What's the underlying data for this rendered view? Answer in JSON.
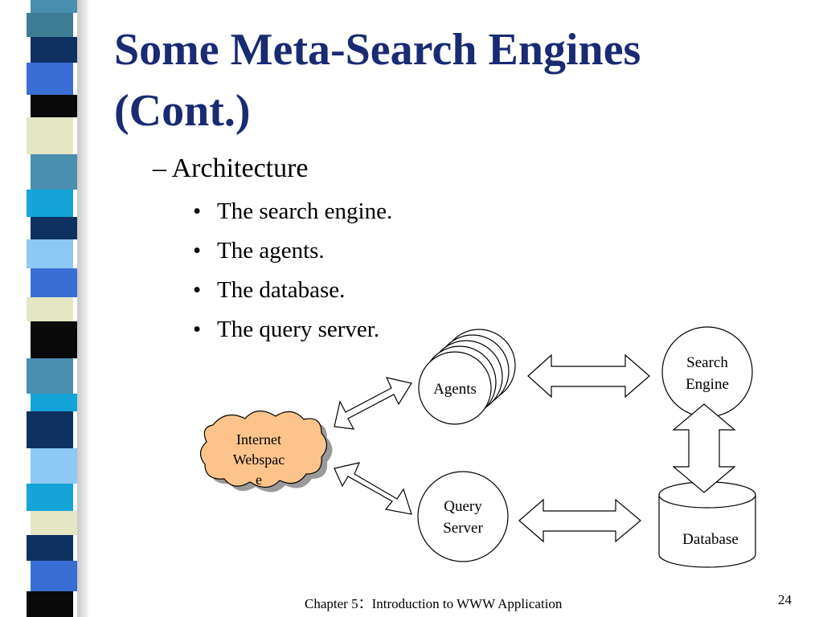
{
  "slide": {
    "title_line1": "Some Meta-Search Engines",
    "title_line2": "(Cont.)",
    "heading": "– Architecture",
    "bullets": [
      "The search engine.",
      "The agents.",
      "The database.",
      "The query server."
    ]
  },
  "diagram": {
    "internet_lines": [
      "Internet",
      "Webspac",
      "e"
    ],
    "agents": "Agents",
    "search_engine_lines": [
      "Search",
      "Engine"
    ],
    "query_server_lines": [
      "Query",
      "Server"
    ],
    "database": "Database"
  },
  "footer": {
    "chapter": "Chapter 5：Introduction to WWW Application",
    "page": "24"
  },
  "colors": {
    "title": "#1a2a73",
    "cloud_fill": "#fcc48a",
    "cloud_shadow": "#9a9a9a"
  }
}
